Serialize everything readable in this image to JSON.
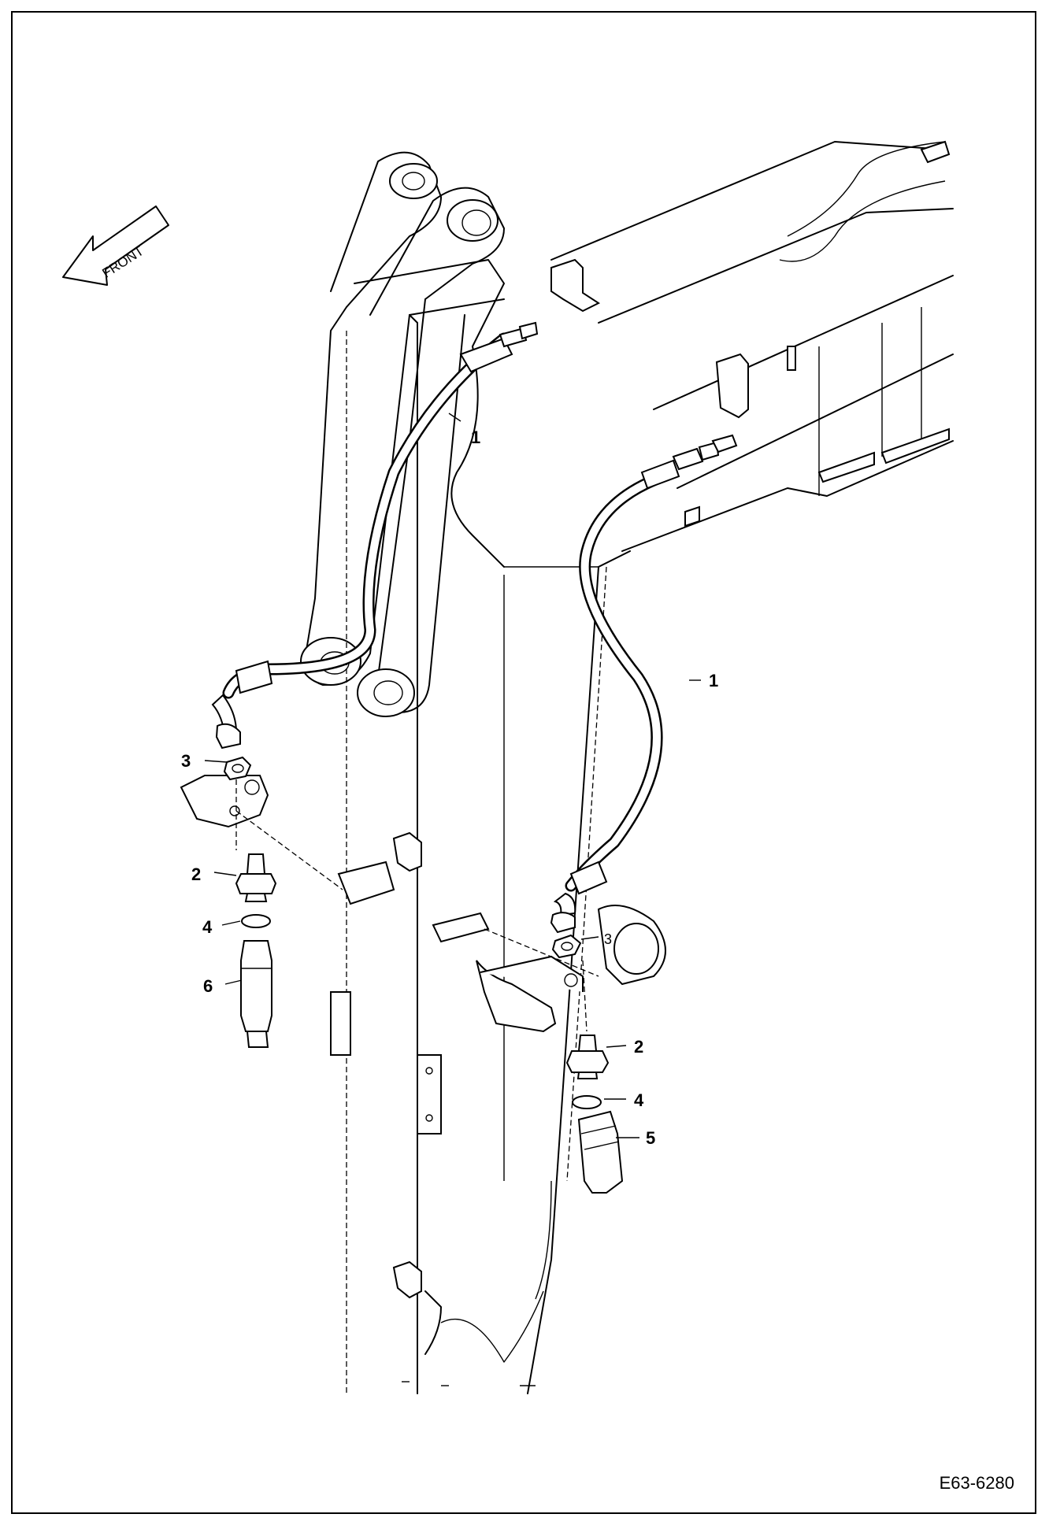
{
  "diagram": {
    "front_indicator": "FRONT",
    "drawing_code": "E63-6280",
    "callouts": {
      "hose_upper_left": "1",
      "hose_right": "1",
      "adapter_left": "2",
      "adapter_right": "2",
      "washer_left": "3",
      "washer_right": "3",
      "oring_left": "4",
      "oring_right": "4",
      "coupler_female": "5",
      "coupler_male": "6"
    }
  }
}
